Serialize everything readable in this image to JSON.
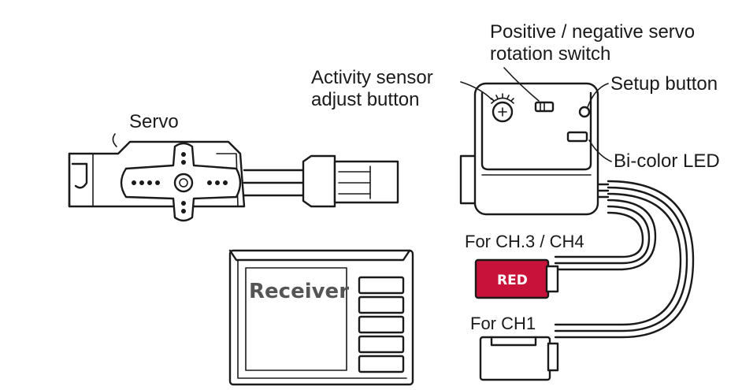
{
  "labels": {
    "servo": "Servo",
    "receiver": "Receiver",
    "activity_sensor_line1": "Activity sensor",
    "activity_sensor_line2": "adjust button",
    "rotation_switch_line1": "Positive / negative servo",
    "rotation_switch_line2": "rotation switch",
    "setup_button": "Setup button",
    "bicolor_led": "Bi-color LED",
    "for_ch3_ch4": "For CH.3 / CH4",
    "red_connector": "RED",
    "for_ch1": "For CH1"
  },
  "colors": {
    "red_connector": "#c8123a",
    "ink": "#1a1a1a",
    "receiver_text": "#555555"
  },
  "icons": {
    "adjust_knob": "plus-dial-icon"
  }
}
